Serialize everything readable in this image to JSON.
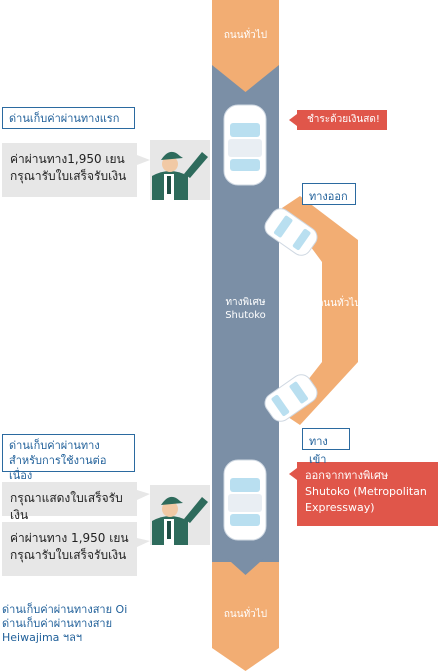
{
  "roads": {
    "general_top": "ถนนทั่วไป",
    "general_side": "ถนนทั่วไป",
    "general_bottom": "ถนนทั่วไป",
    "expressway_line1": "ทางพิเศษ",
    "expressway_line2": "Shutoko"
  },
  "labels": {
    "exit": "ทางออก",
    "entrance": "ทางเข้า",
    "cash_payment": "ชำระด้วยเงินสด!",
    "leave_expressway": "ออกจากทางพิเศษ Shutoko (Metropolitan Expressway)"
  },
  "first_toll": {
    "title": "ด่านเก็บค่าผ่านทางแรก",
    "message_line1": "ค่าผ่านทาง1,950 เยน",
    "message_line2": "กรุณารับใบเสร็จรับเงิน"
  },
  "continuous_toll": {
    "title_line1": "ด่านเก็บค่าผ่านทาง",
    "title_line2": "สำหรับการใช้งานต่อเนื่อง",
    "show_receipt": "กรุณาแสดงใบเสร็จรับเงิน",
    "message_line1": "ค่าผ่านทาง 1,950 เยน",
    "message_line2": "กรุณารับใบเสร็จรับเงิน"
  },
  "bottom_note": {
    "line1": "ด่านเก็บค่าผ่านทางสาย Oi",
    "line2": "ด่านเก็บค่าผ่านทางสาย",
    "line3": "Heiwajima ฯลฯ"
  },
  "colors": {
    "expressway": "#7b8fa6",
    "general_road": "#f2ad73",
    "label_blue": "#1f5f99",
    "red_label": "#e0564a",
    "grey_box": "#e7e7e7"
  }
}
